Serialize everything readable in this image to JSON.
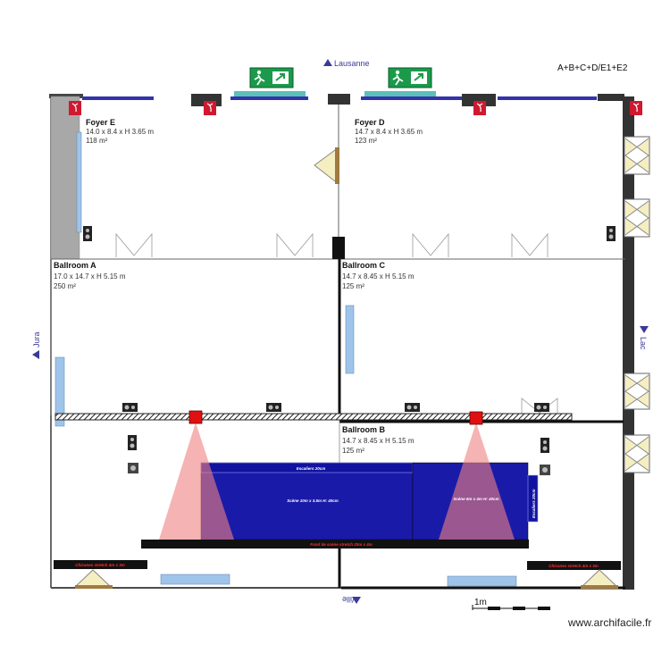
{
  "plan_title": "A+B+C+D/E1+E2",
  "watermark": "www.archifacile.fr",
  "compass": {
    "north": "Lausanne",
    "south": "Ville",
    "west": "Jura",
    "east": "Lac"
  },
  "rooms": [
    {
      "id": "foyer-e",
      "name": "Foyer E",
      "dims": "14.0 x 8.4 x  H 3.65 m",
      "area": "118 m²"
    },
    {
      "id": "foyer-d",
      "name": "Foyer D",
      "dims": "14.7 x 8.4 x  H 3.65 m",
      "area": "123 m²"
    },
    {
      "id": "ballroom-a",
      "name": "Ballroom A",
      "dims": "17.0 x 14.7 x  H 5.15 m",
      "area": "250 m²"
    },
    {
      "id": "ballroom-c",
      "name": "Ballroom C",
      "dims": "14.7 x 8.45 x  H 5.15 m",
      "area": "125 m²"
    },
    {
      "id": "ballroom-b",
      "name": "Ballroom B",
      "dims": "14.7 x 8.45 x  H 5.15 m",
      "area": "125 m²"
    }
  ],
  "stage": {
    "escaliers_top": "Escaliers  20cm",
    "scene_left": "Scène 10m x 3.5m H: 40cm",
    "scene_right": "Scène 6m x 4m H: 40cm",
    "escaliers_side": "Escaliers 20cm",
    "backdrop": "Fond de scène stretch 20m x 4m"
  },
  "chicanes": {
    "left": "Chicanes stretch 4m x 3m",
    "right": "Chicanes stretch 4m x 3m"
  },
  "scale_label": "1m",
  "colors": {
    "wall": "#111111",
    "window": "#3333aa",
    "stage": "#1a1aa8",
    "exit_sign": "#1a9a4a",
    "extinguisher": "#d01830",
    "light_cone": "#f08080",
    "panel": "#9ec4ea"
  }
}
